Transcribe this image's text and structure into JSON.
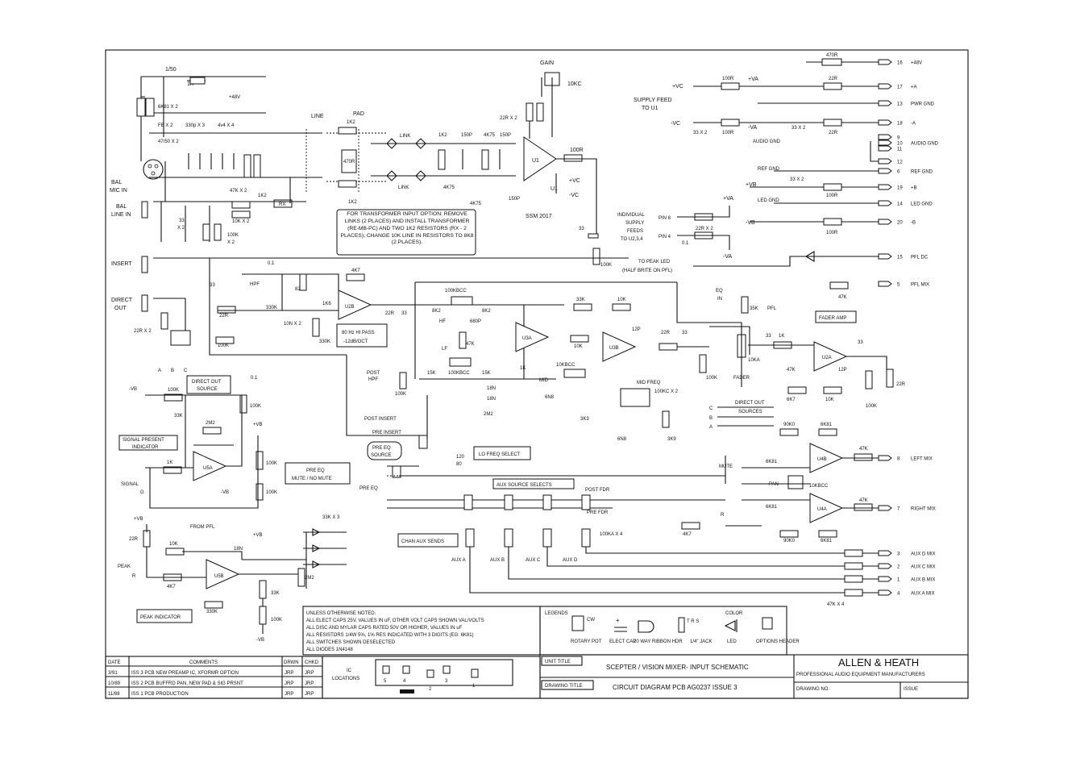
{
  "inputs": {
    "bal_mic_in": [
      "BAL",
      "MIC IN"
    ],
    "bal_line_in": [
      "BAL",
      "LINE IN"
    ],
    "insert": "INSERT",
    "direct_out": [
      "DIRECT",
      "OUT"
    ]
  },
  "preamp": {
    "r_1k": "1K",
    "c_1_50": "1/50",
    "plus48": "+48V",
    "r_6k81": "6K81 X 2",
    "fb": "FB X 2",
    "c330p": "330p X 3",
    "c4v4": "4v4 X 4",
    "c47_50": "47/50 X 2",
    "r47k": "47K X 2",
    "r1k2_a": "1K2",
    "rx": "RX",
    "c33": "33",
    "x2": "X 2",
    "r10k": "10K X 2",
    "r100k": "100K",
    "x2b": "X 2",
    "line": "LINE",
    "pad": "PAD",
    "r1k2_b": "1K2",
    "r470r": "470R",
    "r1k2_c": "1K2",
    "link1": "LINK",
    "link2": "LINK",
    "r1k2_d": "1K2",
    "c150p_a": "150P",
    "r4k75_a": "4K75",
    "c150p_b": "150P",
    "r4k75_b": "4K75",
    "c150p_c": "150P",
    "gain": "GAIN",
    "r10kc": "10KC",
    "r22r": "22R X 2",
    "u1": "U1",
    "ssm": "SSM 2017",
    "r100r": "100R",
    "vc_p": "+VC",
    "vc_n": "-VC",
    "u1b": "U1",
    "c33b": "33",
    "r100k_b": "100K"
  },
  "note_transformer": "FOR TRANSFORMER INPUT OPTION: REMOVE LINKS (2 PLACES) AND INSTALL TRANSFORMER (RE-MB-PC) AND TWO 1K2 RESISTORS (RX - 2 PLACES); CHANGE 10K LINE IN RESISTORS TO 8K8 (2 PLACES).",
  "supply": {
    "r470r": "470R",
    "plus48v": "+48V",
    "n16": "16",
    "feed_title": [
      "SUPPLY FEED",
      "TO U1"
    ],
    "vc_p": "+VC",
    "vc_n": "-VC",
    "va_p": "+VA",
    "va_n": "-VA",
    "r100r_a": "100R",
    "r100r_b": "100R",
    "c33x2": "33 X 2",
    "c33x2b": "33 X 2",
    "r22r_a": "22R",
    "r22r_b": "22R",
    "audio_gnd": "AUDIO GND",
    "ref_gnd": "REF GND",
    "led_gnd": "LED GND",
    "vb_p": "+VB",
    "vb_n": "-VB",
    "c33x2c": "33 X 2",
    "r100r_c": "100R",
    "r100r_d": "100R",
    "indiv": [
      "INDIVIDUAL",
      "SUPPLY",
      "FEEDS",
      "TO U2,3,4"
    ],
    "pin8": "PIN 8",
    "pin4": "PIN 4",
    "r22r_x2": "22R X 2",
    "c01": "0.1",
    "va_p2": "+VA",
    "va_n2": "-VA"
  },
  "connector": [
    {
      "pin": "16",
      "label": "+48V"
    },
    {
      "pin": "17",
      "label": "+A"
    },
    {
      "pin": "13",
      "label": "PWR GND"
    },
    {
      "pin": "18",
      "label": "-A"
    },
    {
      "pin": "9",
      "label": ""
    },
    {
      "pin": "10",
      "label": "AUDIO GND"
    },
    {
      "pin": "11",
      "label": ""
    },
    {
      "pin": "12",
      "label": ""
    },
    {
      "pin": "6",
      "label": "REF GND"
    },
    {
      "pin": "19",
      "label": "+B"
    },
    {
      "pin": "14",
      "label": "LED GND"
    },
    {
      "pin": "20",
      "label": "-B"
    },
    {
      "pin": "15",
      "label": "PFL DC"
    },
    {
      "pin": "5",
      "label": "PFL MIX"
    },
    {
      "pin": "8",
      "label": "LEFT MIX"
    },
    {
      "pin": "7",
      "label": "RIGHT MIX"
    },
    {
      "pin": "3",
      "label": "AUX D MIX"
    },
    {
      "pin": "2",
      "label": "AUX C MIX"
    },
    {
      "pin": "1",
      "label": "AUX B MIX"
    },
    {
      "pin": "4",
      "label": "AUX A MIX"
    }
  ],
  "hpf": {
    "c01": "0.1",
    "r82k": "82K",
    "r4k7": "4K7",
    "u2b": "U2B",
    "hpf": "HPF",
    "r330k": "330K",
    "r22r": "22R",
    "c10n": "10N X 2",
    "r1k6": "1K6",
    "r330k_b": "330K",
    "r100k": "100K",
    "r22r_b": "22R",
    "c33": "33",
    "box": [
      "80 Hz HI PASS",
      "-12dB/OCT"
    ],
    "c33b": "33",
    "r22rx2": "22R X 2"
  },
  "eq": {
    "r100kbcc": "100KBCC",
    "r8k2_a": "8K2",
    "r8k2_b": "8K2",
    "hf": "HF",
    "c680p": "680P",
    "r47k": "47K",
    "lf": "LF",
    "r15k_a": "15K",
    "r100kbcc_b": "100KBCC",
    "r15k_b": "15K",
    "u3a": "U3A",
    "r1k": "1K",
    "r33k": "33K",
    "r10k": "10K",
    "r10k_b": "10K",
    "c12p": "12P",
    "u3b": "U3B",
    "r22r": "22R",
    "c33": "33",
    "r100k": "100K",
    "r10kbcc": "10KBCC",
    "mid": "MID",
    "r6n8": "6N8",
    "r3k3": "3K3",
    "mid_freq": "MID FREQ",
    "r100kc": "100KC X 2",
    "r6n8b": "6N8",
    "r3k9": "3K9",
    "c18n_a": "18N",
    "c18n_b": "18N",
    "r2m2": "2M2",
    "n120": "120",
    "n80": "80",
    "lo_freq": "LO FREQ SELECT",
    "r100k_b": "100K",
    "post_hpf": [
      "POST",
      "HPF"
    ],
    "post_insert": "POST INSERT",
    "pre_insert": "PRE INSERT",
    "pre_eq_src": [
      "PRE EQ",
      "SOURCE"
    ],
    "pre_eq": "PRE EQ",
    "pre_eq_mute": [
      "PRE EQ",
      "MUTE / NO MUTE"
    ]
  },
  "fader": {
    "to_peak": [
      "TO PEAK LED",
      "(HALF BRITE ON PFL)"
    ],
    "eq_in": [
      "EQ",
      "IN"
    ],
    "r35k": "35K",
    "pfl": "PFL",
    "r47k": "47K",
    "fader_amp": "FADER AMP",
    "r1k": "1K",
    "c33": "33",
    "r10ka": "10KA",
    "fader": "FADER",
    "u2a": "U2A",
    "r47k_b": "47K",
    "c12p": "12P",
    "r6k7": "6K7",
    "r10k": "10K",
    "r10kb": "10K",
    "r22r": "22R",
    "c33b": "33",
    "r100k": "100K",
    "direct_out_src": [
      "DIRECT OUT",
      "SOURCES"
    ],
    "c": "C",
    "b": "B",
    "a": "A"
  },
  "mix": {
    "mute": "MUTE",
    "pan": "PAN",
    "r10kbcc": "10KBCC",
    "r90k0_a": "90K0",
    "r6k81_a": "6K81",
    "u4b": "U4B",
    "r47k_a": "47K",
    "r6k81_b": "6K81",
    "r6k81_c": "6K81",
    "u4a": "U4A",
    "r47k_b": "47K",
    "r90k0_b": "90K0",
    "r6k81_d": "6K81",
    "r": "R",
    "r4k7": "4K7",
    "aux_src": "AUX SOURCE SELECTS",
    "post_fdr": "POST FDR",
    "pre_fdr": "PRE FDR",
    "chan_aux": "CHAN AUX SENDS",
    "r100ka": "100KA X 4",
    "aux_a": "AUX A",
    "aux_b": "AUX B",
    "aux_c": "AUX C",
    "aux_d": "AUX D",
    "r47kx4": "47K X 4"
  },
  "signal": {
    "vb_n": "-VB",
    "r100k": "100K",
    "r33k": "33K",
    "r2m2": "2M2",
    "r100k_b": "100K",
    "c01": "0.1",
    "vb_p": "+VB",
    "box": [
      "SIGNAL PRESENT",
      "INDICATOR"
    ],
    "r1k": "1K",
    "u5a": "U5A",
    "vb_n2": "-VB",
    "signal": "SIGNAL",
    "g": "G",
    "r100k_c": "100K",
    "direct_src": [
      "DIRECT OUT",
      "SOURCE"
    ],
    "abc": [
      "A",
      "B",
      "C"
    ],
    "r100k_d": "100K"
  },
  "peak": {
    "vb_p": "+VB",
    "r22r": "22R",
    "from_pfl": "FROM PFL",
    "r10k": "10K",
    "peak": "PEAK",
    "r": "R",
    "r4k7": "4K7",
    "u5b": "U5B",
    "r330k": "330K",
    "box": "PEAK INDICATOR",
    "c18n": "18N",
    "vb_p2": "+VB",
    "r33k": "33K",
    "r100k": "100K",
    "vb_n": "-VB",
    "r33kx3": "33K X 3",
    "r2m2": "2M2"
  },
  "notes": {
    "heading": "UNLESS OTHERWISE NOTED:",
    "lines": [
      "ALL ELECT CAPS 25V, VALUES IN uF, OTHER VOLT CAPS SHOWN VAL/VOLTS",
      "ALL DISC AND MYLAR CAPS RATED 50V OR HIGHER, VALUES IN uF",
      "ALL RESISTORS 1/4W 5%, 1% RES INDICATED WITH 3 DIGITS (EG: 6K81)",
      "ALL SWITCHES SHOWN DESELECTED",
      "ALL DIODES 1N4148"
    ]
  },
  "legends": {
    "title": "LEGENDS",
    "items": [
      {
        "name": "ROTARY POT",
        "mark": "CW"
      },
      {
        "name": "ELECT CAP",
        "mark": "+"
      },
      {
        "name": "20 WAY RIBBON HDR",
        "mark": ""
      },
      {
        "name": "1/4\" JACK",
        "mark": "T R S"
      },
      {
        "name": "LED",
        "mark": "COLOR"
      },
      {
        "name": "OPTIONS HEADER",
        "mark": ""
      }
    ]
  },
  "revisions": {
    "headers": [
      "DATE",
      "COMMENTS",
      "DRWN",
      "CHKD"
    ],
    "rows": [
      [
        "3/91",
        "ISS 3 PCB  NEW PREAMP IC, XFORMR OPTION",
        "JRP",
        "JRP"
      ],
      [
        "10/89",
        "ISS 2 PCB  BUFFRD PAN, NEW PAD & SIG PRSNT",
        "JRP",
        "JRP"
      ],
      [
        "11/88",
        "ISS 1 PCB  PRODUCTION",
        "JRP",
        "JRP"
      ]
    ]
  },
  "ic_locations": {
    "label": [
      "IC",
      "LOCATIONS"
    ],
    "ids": [
      "5",
      "4",
      "2",
      "3",
      "1"
    ]
  },
  "title_block": {
    "unit_title_label": "UNIT TITLE",
    "unit_title": "SCEPTER / VISION MIXER- INPUT SCHEMATIC",
    "drawing_title_label": "DRAWING TITLE",
    "drawing_title": "CIRCUIT DIAGRAM  PCB AG0237 ISSUE 3",
    "company": "ALLEN & HEATH",
    "company_sub": "PROFESSIONAL AUDIO EQUIPMENT MANUFACTURERS",
    "drawing_no": "DRAWING NO.",
    "issue": "ISSUE"
  }
}
